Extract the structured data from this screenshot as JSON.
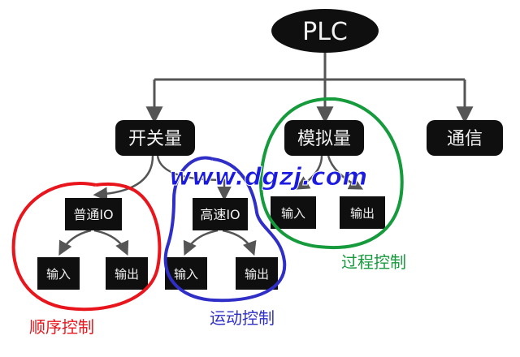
{
  "diagram": {
    "root": {
      "label": "PLC"
    },
    "level1": {
      "digital": "开关量",
      "analog": "模拟量",
      "comm": "通信"
    },
    "level2": {
      "normal_io": "普通IO",
      "highspeed_io": "高速IO",
      "analog_input": "输入",
      "analog_output": "输出"
    },
    "level3": {
      "normal_input": "输入",
      "normal_output": "输出",
      "hs_input": "输入",
      "hs_output": "输出"
    },
    "groups": {
      "sequence": {
        "label": "顺序控制",
        "color": "#e8161c"
      },
      "motion": {
        "label": "运动控制",
        "color": "#2f2fc8"
      },
      "process": {
        "label": "过程控制",
        "color": "#159a3c"
      }
    },
    "watermark": "www.dgzj.com",
    "colors": {
      "node_fill": "#0f0f0f",
      "node_text": "#f2f2f2",
      "connector": "#555555",
      "watermark": "#1a1ae0"
    }
  }
}
